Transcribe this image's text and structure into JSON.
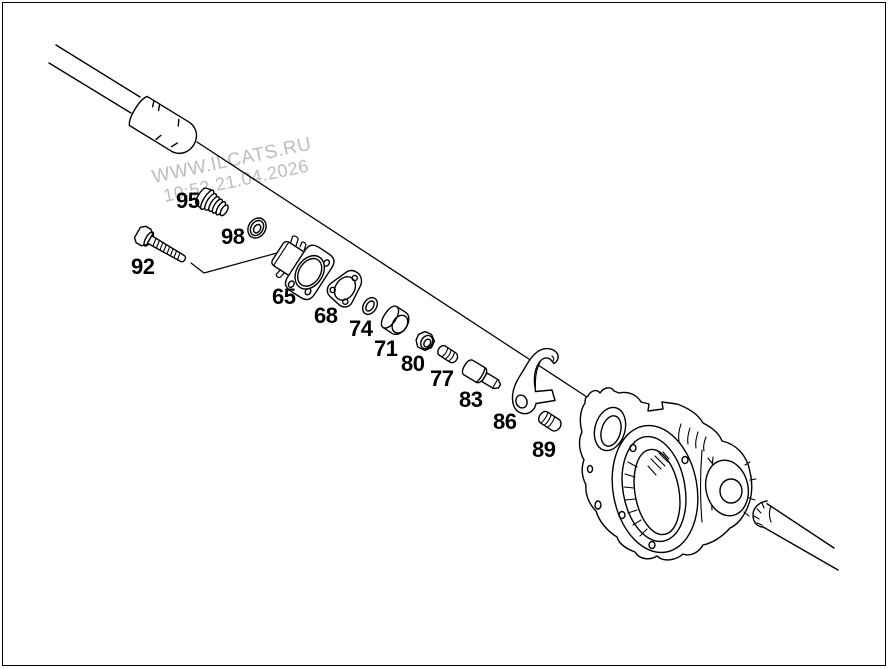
{
  "watermark": {
    "line1": "WWW.ILCATS.RU",
    "line2": "10:52 21.04.2026",
    "color": "#bdbdbd"
  },
  "part_numbers": [
    "95",
    "98",
    "92",
    "65",
    "68",
    "74",
    "71",
    "80",
    "77",
    "83",
    "86",
    "89"
  ],
  "colors": {
    "line": "#000000",
    "background": "#ffffff",
    "watermark": "#bdbdbd"
  }
}
